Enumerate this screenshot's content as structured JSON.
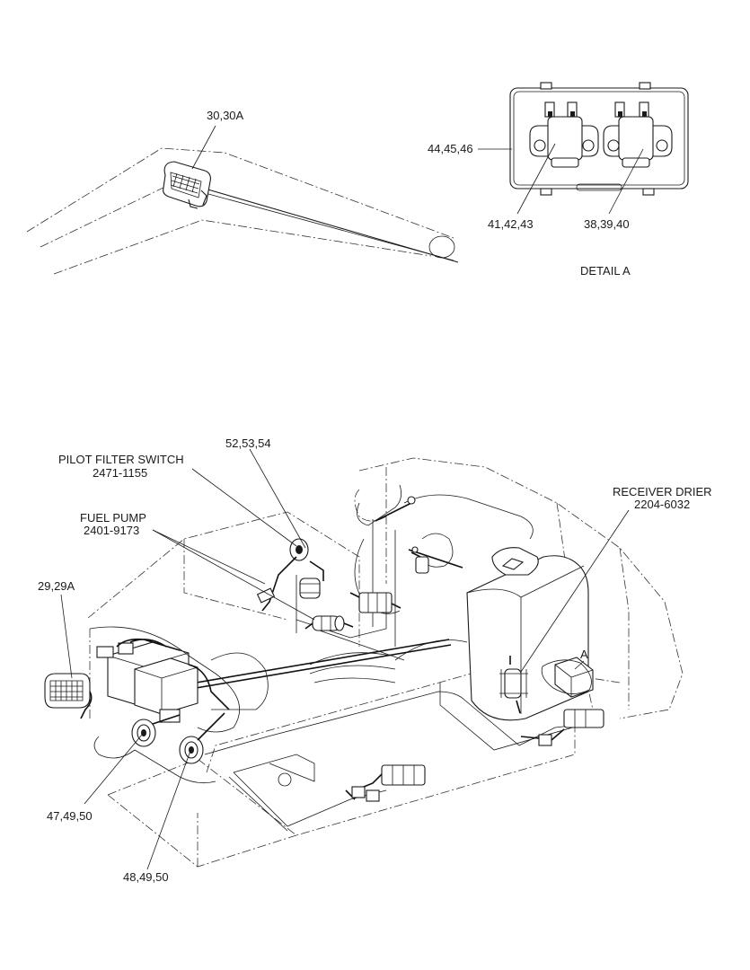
{
  "callouts": {
    "worklight_top": "30,30A",
    "box": "44,45,46",
    "relay_left": "41,42,43",
    "relay_right": "38,39,40",
    "detail_title": "DETAIL  A",
    "pilot_filter_switch_name": "PILOT FILTER SWITCH",
    "pilot_filter_switch_part": "2471-1155",
    "switch_parts": "52,53,54",
    "fuel_pump_name": "FUEL PUMP",
    "fuel_pump_part": "2401-9173",
    "worklight_front": "29,29A",
    "receiver_drier_name": "RECEIVER DRIER",
    "receiver_drier_part": "2204-6032",
    "detail_ref": "A",
    "horn_left": "47,49,50",
    "horn_right": "48,49,50"
  }
}
